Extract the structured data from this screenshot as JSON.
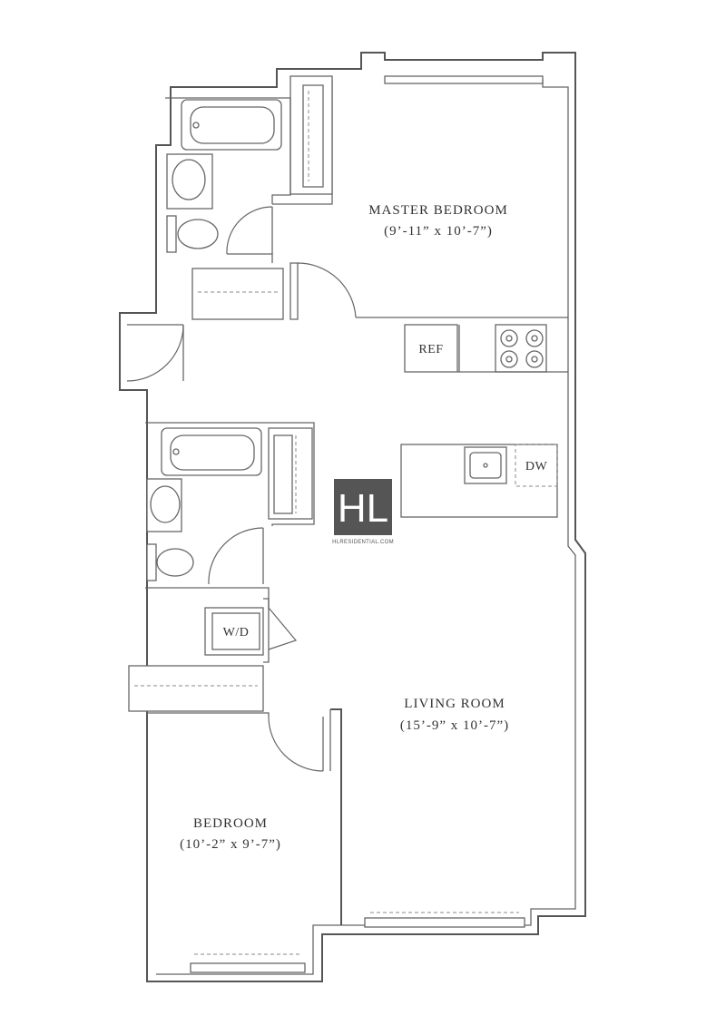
{
  "rooms": {
    "master_bedroom": {
      "name": "MASTER BEDROOM",
      "dims": "(9’-11” x 10’-7”)"
    },
    "living_room": {
      "name": "LIVING ROOM",
      "dims": "(15’-9” x 10’-7”)"
    },
    "bedroom": {
      "name": "BEDROOM",
      "dims": "(10’-2” x 9’-7”)"
    }
  },
  "fixtures": {
    "refrigerator": "REF",
    "dishwasher": "DW",
    "washer_dryer": "W/D"
  },
  "logo": {
    "mark": "HL",
    "caption": "HLRESIDENTIAL.COM",
    "color": "#555555"
  }
}
